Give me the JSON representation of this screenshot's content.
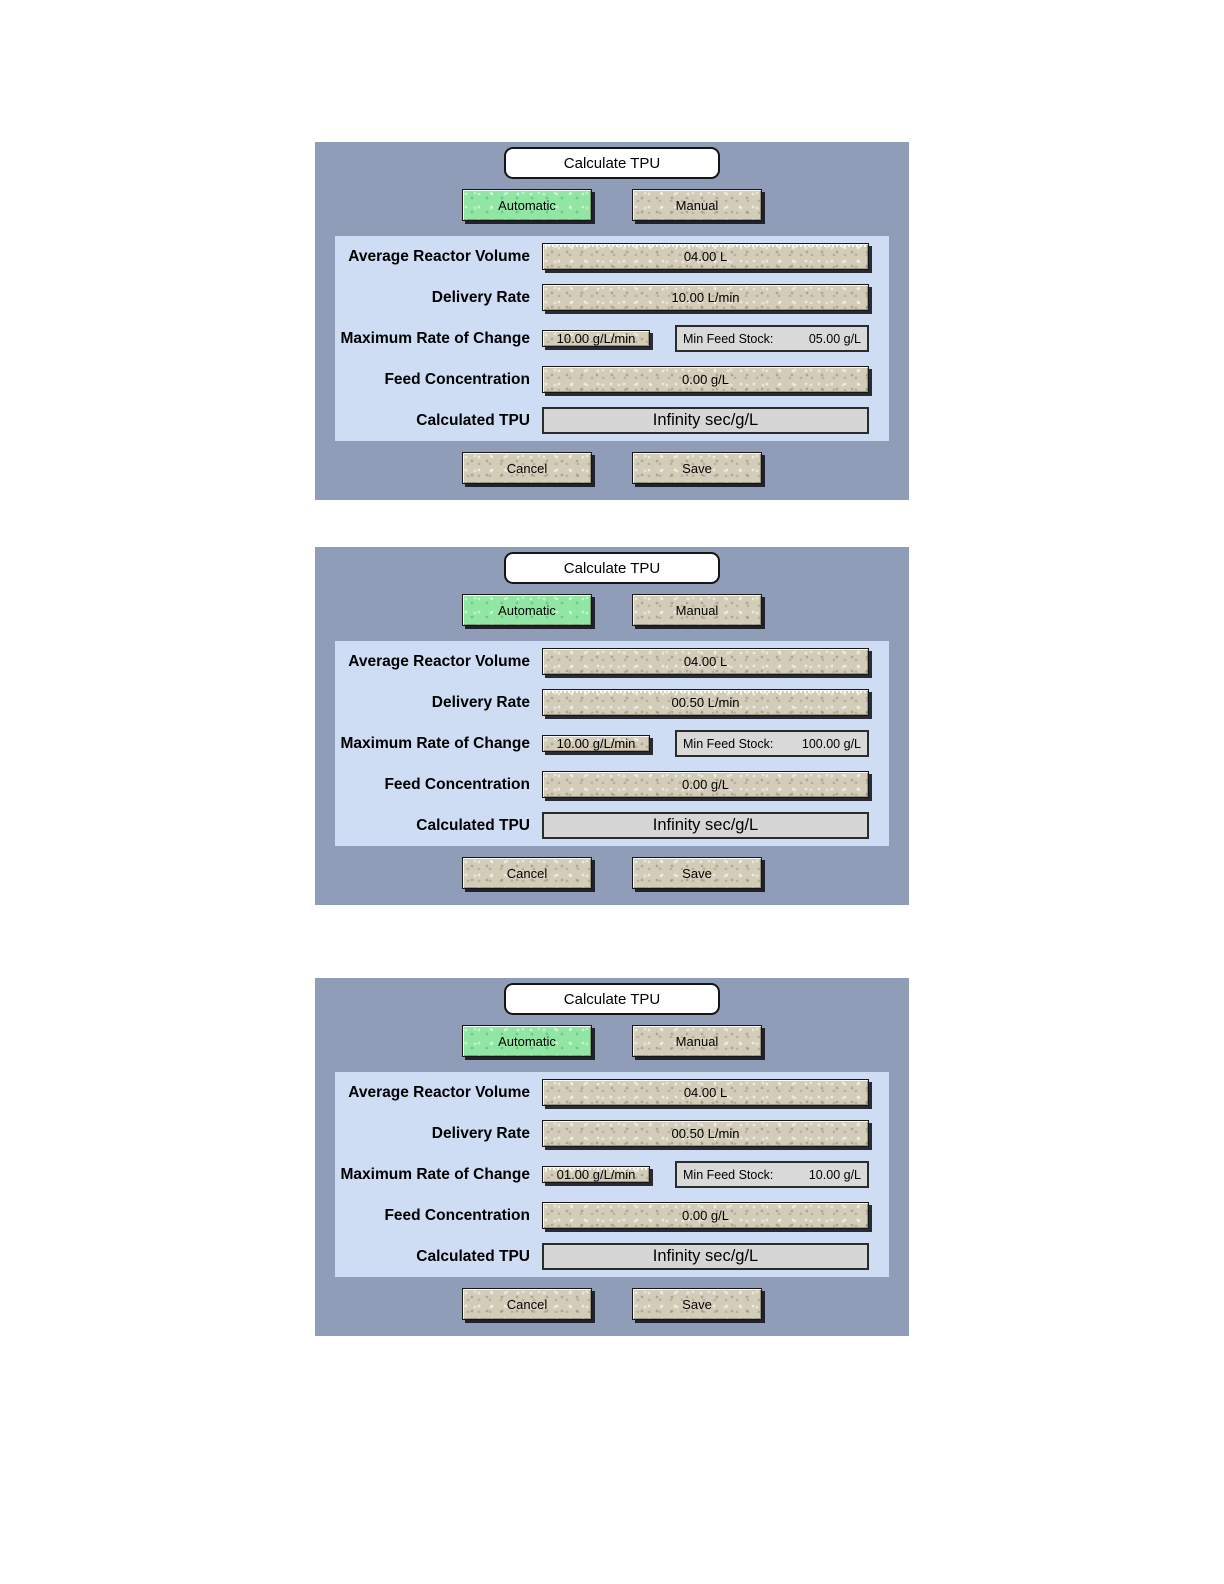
{
  "colors": {
    "page_bg": "#ffffff",
    "panel_bg": "#8f9db8",
    "fields_bg": "#cedcf4",
    "tan_button": "#d3ccb9",
    "green_button": "#90e6a2",
    "display_bg": "#d6d6d6",
    "title_bg": "#ffffff"
  },
  "panels": [
    {
      "title": "Calculate TPU",
      "buttons": {
        "automatic": "Automatic",
        "manual": "Manual",
        "cancel": "Cancel",
        "save": "Save"
      },
      "active_mode": "Automatic",
      "focused_field": "average_reactor_volume",
      "fields": {
        "average_reactor_volume": {
          "label": "Average Reactor Volume",
          "value": "04.00 L"
        },
        "delivery_rate": {
          "label": "Delivery Rate",
          "value": "10.00 L/min"
        },
        "maximum_rate_of_change": {
          "label": "Maximum Rate of Change",
          "value": "10.00 g/L/min"
        },
        "min_feed_stock": {
          "label": "Min Feed Stock:",
          "value": "05.00 g/L"
        },
        "feed_concentration": {
          "label": "Feed Concentration",
          "value": "0.00 g/L"
        },
        "calculated_tpu": {
          "label": "Calculated TPU",
          "value": "Infinity sec/g/L"
        }
      }
    },
    {
      "title": "Calculate TPU",
      "buttons": {
        "automatic": "Automatic",
        "manual": "Manual",
        "cancel": "Cancel",
        "save": "Save"
      },
      "active_mode": "Automatic",
      "focused_field": "delivery_rate",
      "fields": {
        "average_reactor_volume": {
          "label": "Average Reactor Volume",
          "value": "04.00 L"
        },
        "delivery_rate": {
          "label": "Delivery Rate",
          "value": "00.50 L/min"
        },
        "maximum_rate_of_change": {
          "label": "Maximum Rate of Change",
          "value": "10.00 g/L/min"
        },
        "min_feed_stock": {
          "label": "Min Feed Stock:",
          "value": "100.00 g/L"
        },
        "feed_concentration": {
          "label": "Feed Concentration",
          "value": "0.00 g/L"
        },
        "calculated_tpu": {
          "label": "Calculated TPU",
          "value": "Infinity sec/g/L"
        }
      }
    },
    {
      "title": "Calculate TPU",
      "buttons": {
        "automatic": "Automatic",
        "manual": "Manual",
        "cancel": "Cancel",
        "save": "Save"
      },
      "active_mode": "Automatic",
      "focused_field": "maximum_rate_of_change",
      "fields": {
        "average_reactor_volume": {
          "label": "Average Reactor Volume",
          "value": "04.00 L"
        },
        "delivery_rate": {
          "label": "Delivery Rate",
          "value": "00.50 L/min"
        },
        "maximum_rate_of_change": {
          "label": "Maximum Rate of Change",
          "value": "01.00 g/L/min"
        },
        "min_feed_stock": {
          "label": "Min Feed Stock:",
          "value": "10.00 g/L"
        },
        "feed_concentration": {
          "label": "Feed Concentration",
          "value": "0.00 g/L"
        },
        "calculated_tpu": {
          "label": "Calculated TPU",
          "value": "Infinity sec/g/L"
        }
      }
    }
  ]
}
